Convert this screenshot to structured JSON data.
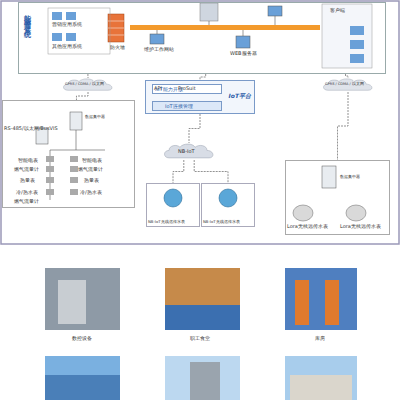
{
  "diagram": {
    "nodes": [
      {
        "text": [
          "能源管理系统"
        ]
      },
      {
        "text": [
          "IoT平台"
        ]
      },
      {
        "text": [
          "IoT能力开放"
        ],
        "in": 1
      },
      {
        "text": [
          "IoT连接管理"
        ],
        "in": 1
      },
      {
        "text": [
          "GPRS / CDMA / 以太网"
        ]
      },
      {
        "text": [
          "NB-IoT"
        ]
      },
      {
        "text": [
          "GPRS / CDMA / 以太网"
        ]
      },
      {
        "text": [
          "数据集中器"
        ]
      },
      {
        "text": [
          "NB-IoT无线远传水表"
        ]
      },
      {
        "text": [
          "NB-IoT无线远传水表"
        ]
      },
      {
        "text": [
          "数据集中器"
        ]
      }
    ],
    "edges": [
      {
        "from": 0,
        "to": 4,
        "arrow": "none"
      },
      {
        "from": 4,
        "to": 7,
        "arrow": "none"
      },
      {
        "from": 0,
        "to": 1,
        "arrow": "none"
      },
      {
        "from": 1,
        "to": 5,
        "arrow": "none"
      },
      {
        "from": 5,
        "to": 8,
        "arrow": "none"
      },
      {
        "from": 5,
        "to": 9,
        "arrow": "none"
      },
      {
        "from": 0,
        "to": 6,
        "arrow": "none"
      },
      {
        "from": 6,
        "to": 10,
        "arrow": "none"
      }
    ],
    "labels": [
      "营销应用系统",
      "其他应用系统",
      "防火墙",
      "维护工作网站",
      "WEB服务器",
      "客户端",
      "API",
      "ProSuit",
      "RS-485/以太网/BusVIS",
      "智能电表",
      "燃气流量计",
      "热量表",
      "冷/热水表",
      "燃气流量计",
      "智能电表",
      "燃气流量计",
      "热量表",
      "冷/热水表",
      "Lora无线远传水表",
      "Lora无线远传水表",
      "数控设备",
      "职工食堂",
      "库房"
    ]
  }
}
